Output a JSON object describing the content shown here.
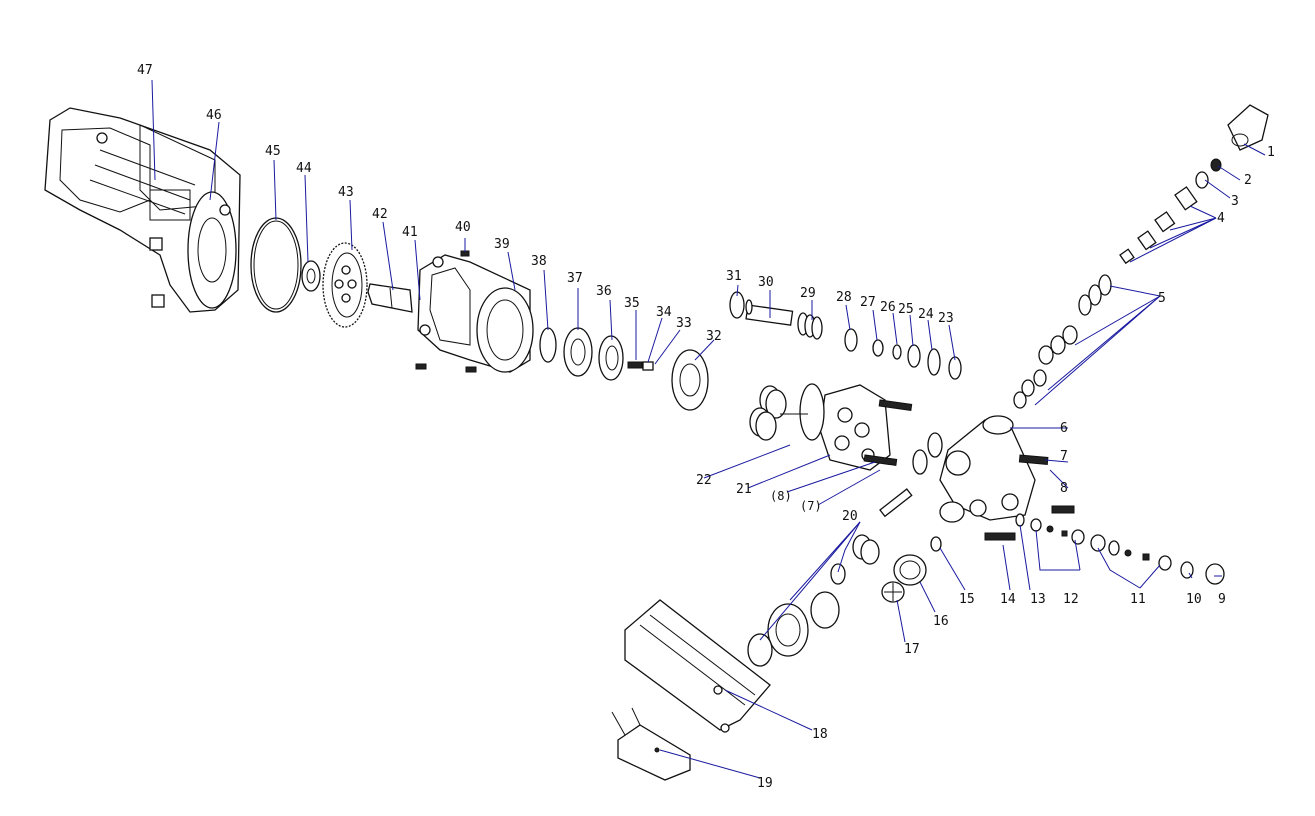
{
  "callouts": {
    "c1": "1",
    "c2": "2",
    "c3": "3",
    "c4": "4",
    "c5": "5",
    "c6": "6",
    "c7": "7",
    "c8": "8",
    "c9": "9",
    "c10": "10",
    "c11": "11",
    "c12": "12",
    "c13": "13",
    "c14": "14",
    "c15": "15",
    "c16": "16",
    "c17": "17",
    "c18": "18",
    "c19": "19",
    "c20": "20",
    "c21": "21",
    "c22": "22",
    "c23": "23",
    "c24": "24",
    "c25": "25",
    "c26": "26",
    "c27": "27",
    "c28": "28",
    "c29": "29",
    "c30": "30",
    "c31": "31",
    "c32": "32",
    "c33": "33",
    "c34": "34",
    "c35": "35",
    "c36": "36",
    "c37": "37",
    "c38": "38",
    "c39": "39",
    "c40": "40",
    "c41": "41",
    "c42": "42",
    "c43": "43",
    "c44": "44",
    "c45": "45",
    "c46": "46",
    "c47": "47",
    "c7b": "(7)",
    "c8b": "(8)"
  },
  "colors": {
    "leader": "#1a1aa0",
    "line": "#111111"
  }
}
